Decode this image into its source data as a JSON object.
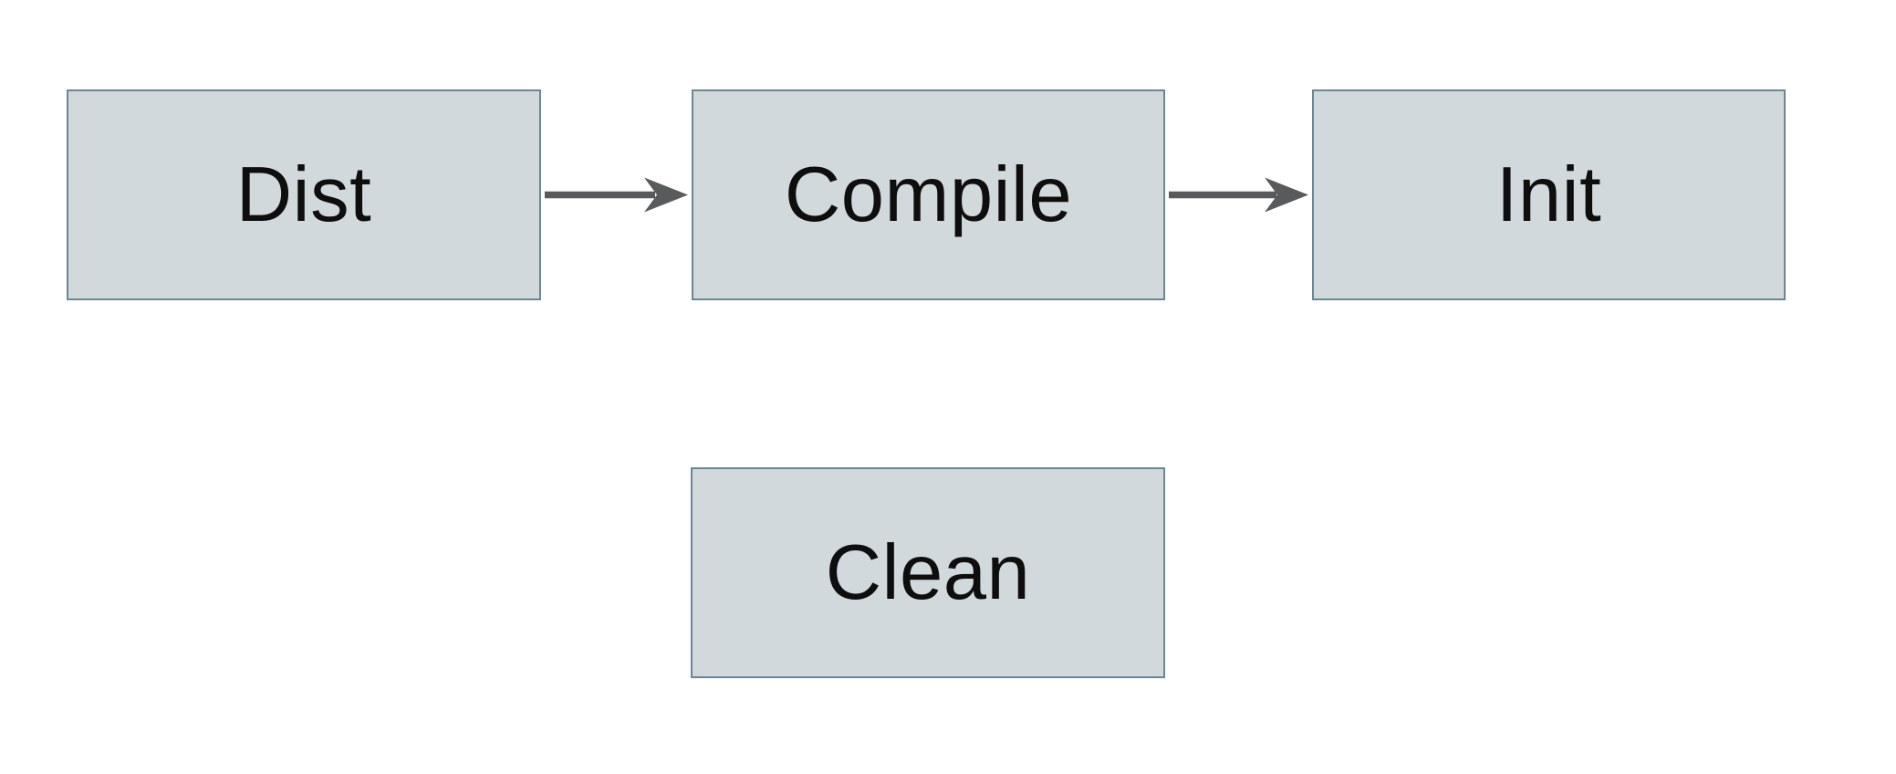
{
  "diagram": {
    "nodes": [
      {
        "id": "dist",
        "label": "Dist"
      },
      {
        "id": "compile",
        "label": "Compile"
      },
      {
        "id": "init",
        "label": "Init"
      },
      {
        "id": "clean",
        "label": "Clean"
      }
    ],
    "edges": [
      {
        "from": "Dist",
        "to": "Compile",
        "direction": "right"
      },
      {
        "from": "Compile",
        "to": "Init",
        "direction": "right"
      }
    ]
  },
  "colors": {
    "background": "#ffffff",
    "node_fill": "#d2d9dc",
    "node_border": "#6b8794",
    "arrow": "#595a5c",
    "text": "#0e0e0e"
  }
}
